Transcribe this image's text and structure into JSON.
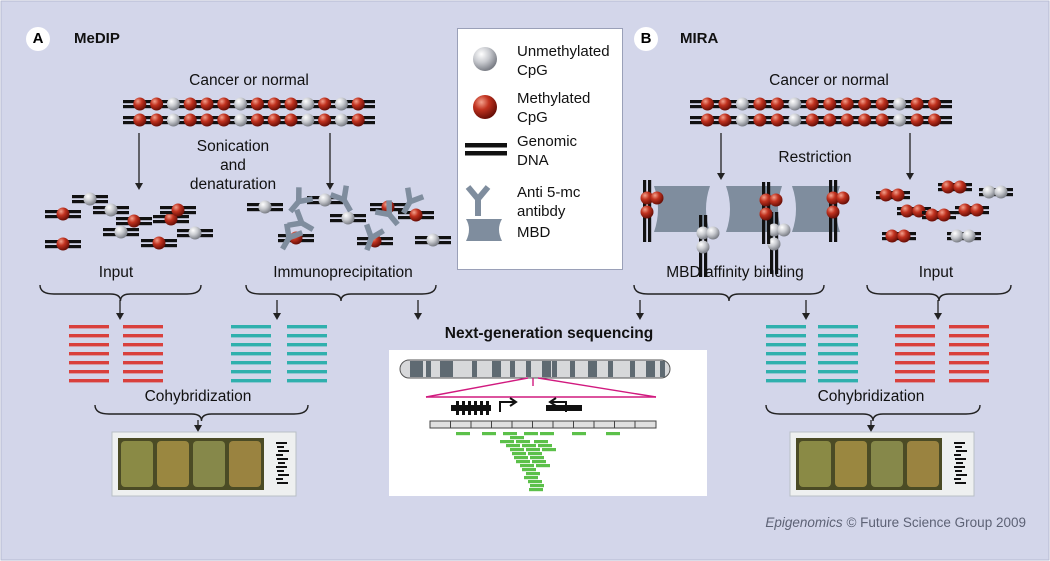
{
  "panels": {
    "a": {
      "letter": "A",
      "title": "MeDIP",
      "sample_label": "Cancer or normal",
      "process_label": "Sonication\nand\ndenaturation",
      "input_label": "Input",
      "ip_label": "Immunoprecipitation",
      "cohyb_label": "Cohybridization"
    },
    "b": {
      "letter": "B",
      "title": "MIRA",
      "sample_label": "Cancer or normal",
      "process_label": "Restriction",
      "binding_label": "MBD affinity binding",
      "input_label": "Input",
      "cohyb_label": "Cohybridization"
    }
  },
  "legend": {
    "unmethylated": "Unmethylated\nCpG",
    "methylated": "Methylated\nCpG",
    "genomic": "Genomic\nDNA",
    "antibody": "Anti 5-mc\nantibdy",
    "mbd": "MBD"
  },
  "ngs_title": "Next-generation sequencing",
  "credit": {
    "journal": "Epigenomics",
    "rest": "© Future Science Group 2009"
  },
  "colors": {
    "background": "#d3d6ea",
    "methylated": "#b52a1c",
    "unmethylated": "#c9cbd1",
    "dna": "#111111",
    "antibody": "#7f8d9e",
    "input_bars": "#d9403c",
    "ip_bars": "#2fb0ad",
    "ngs_reads": "#5cc04a",
    "ngs_line": "#d11a7f"
  }
}
